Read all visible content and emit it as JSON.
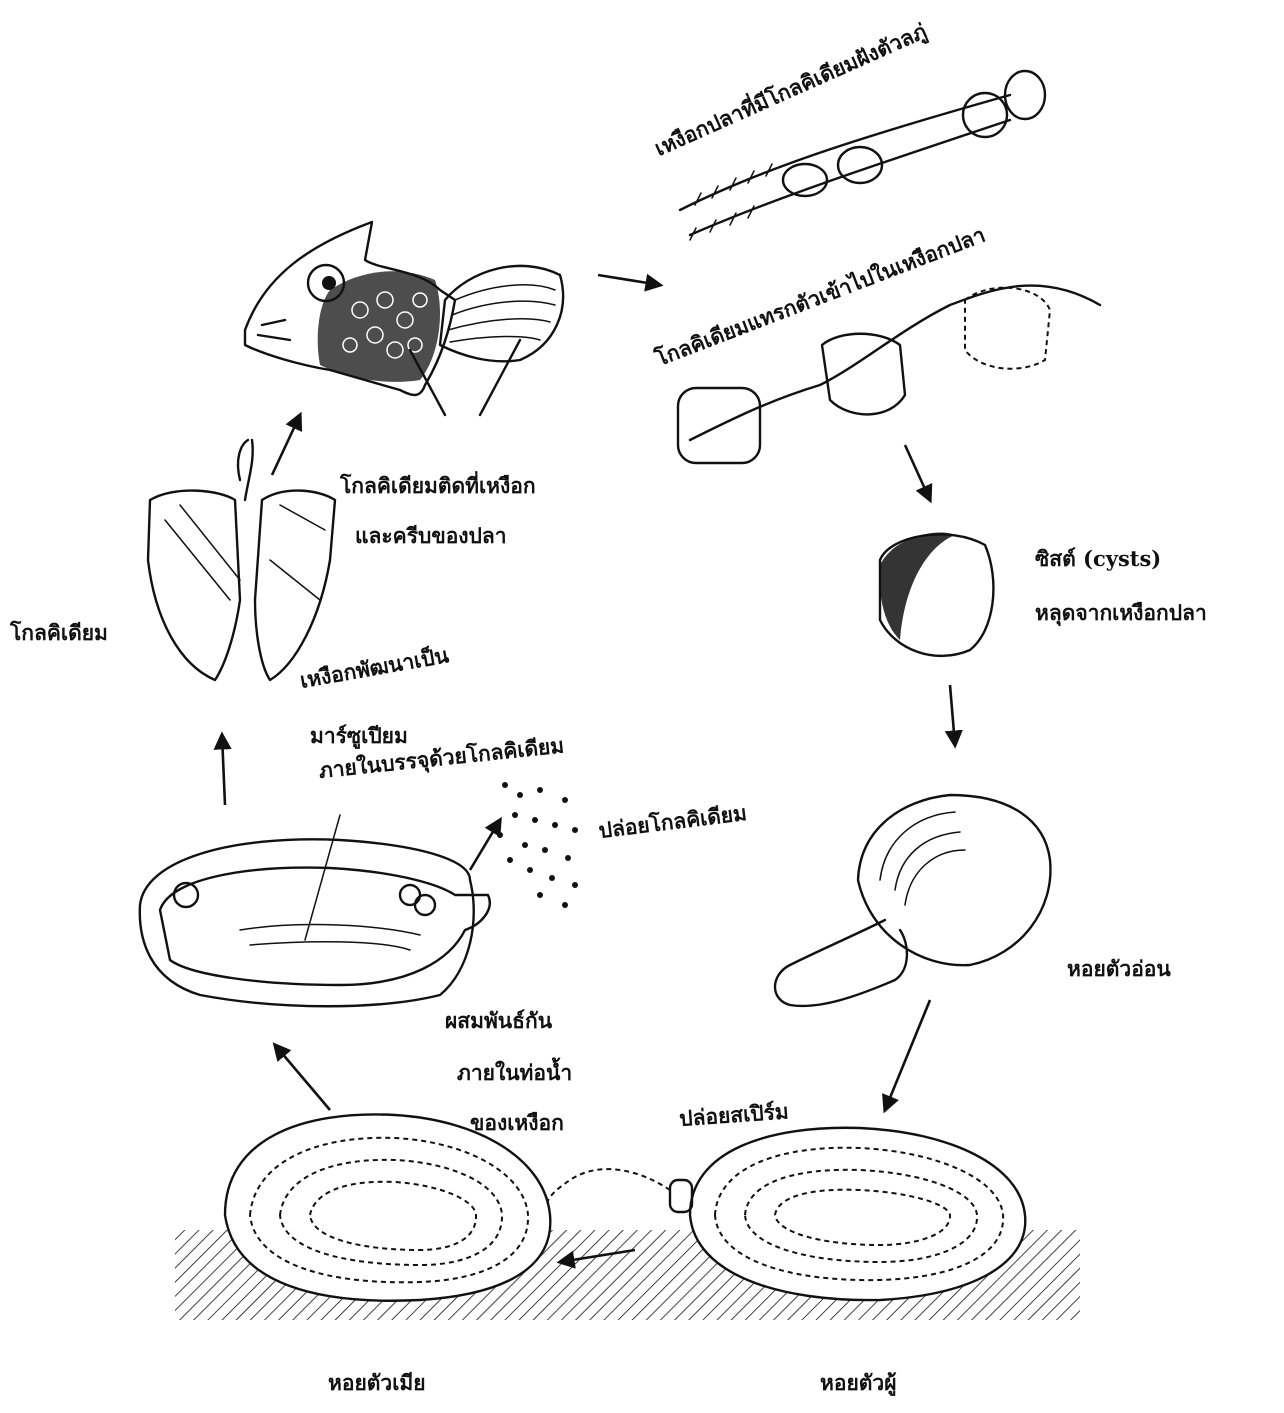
{
  "labels": {
    "gill_with_embedded_pairs": "เหงือกปลาที่มีโกลคิเดียมฝังตัวลภู่",
    "glochidia_burrow_into_gill": "โกลคิเดียมแทรกตัวเข้าไปในเหงือกปลา",
    "glochidia_attach_line1": "โกลคิเดียมติดที่เหงือก",
    "glochidia_attach_line2": "และครีบของปลา",
    "cysts_line1": "ซิสต์ (cysts)",
    "cysts_line2": "หลุดจากเหงือกปลา",
    "glochidium": "โกลคิเดียม",
    "gill_develops_line1": "เหงือกพัฒนาเป็น",
    "gill_develops_line2": "มาร์ซูเปียม",
    "gill_develops_line3": "ภายในบรรจุด้วยโกลคิเดียม",
    "release_glochidia": "ปล่อยโกลคิเดียม",
    "juvenile_mussel": "หอยตัวอ่อน",
    "fertilize_line1": "ผสมพันธ์กัน",
    "fertilize_line2": "ภายในท่อน้ำ",
    "fertilize_line3": "ของเหงือก",
    "release_sperm": "ปล่อยสเปิร์ม",
    "female_mussel": "หอยตัวเมีย",
    "male_mussel": "หอยตัวผู้"
  },
  "colors": {
    "ink": "#111111",
    "background": "#ffffff"
  }
}
